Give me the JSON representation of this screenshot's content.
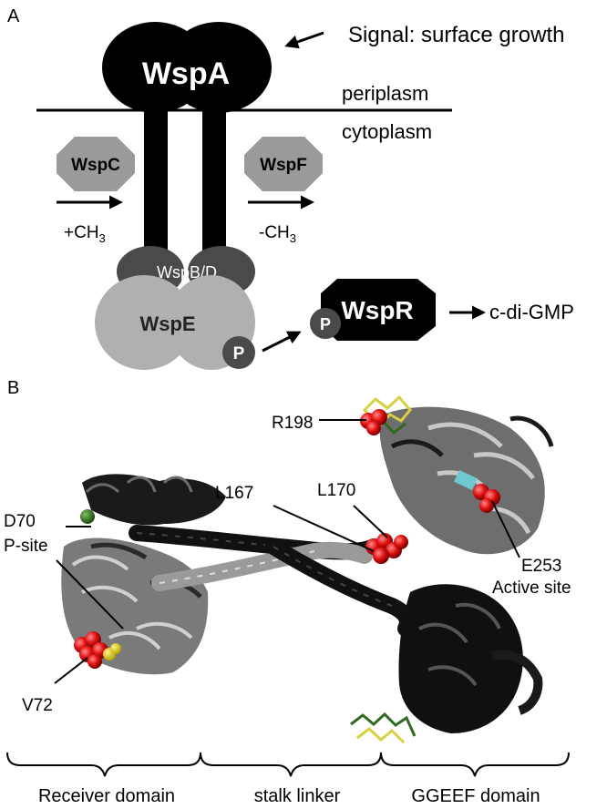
{
  "panel_a": {
    "label": "A",
    "signal": "Signal: surface growth",
    "wspa": "WspA",
    "periplasm": "periplasm",
    "cytoplasm": "cytoplasm",
    "wspc": "WspC",
    "wspf": "WspF",
    "methyl_add": "+CH",
    "methyl_remove": "-CH",
    "methyl_subscript": "3",
    "wspbd": "WspB/D",
    "wspe": "WspE",
    "phospho": "P",
    "wspr": "WspR",
    "product": "c-di-GMP"
  },
  "panel_b": {
    "label": "B",
    "residues": {
      "r198": "R198",
      "l167": "L167",
      "l170": "L170",
      "d70": "D70",
      "psite": "P-site",
      "e253": "E253",
      "active_site": "Active site",
      "v72": "V72"
    },
    "domains": {
      "receiver": "Receiver domain",
      "stalk": "stalk linker",
      "ggeef": "GGEEF domain"
    }
  },
  "colors": {
    "black": "#000000",
    "dark_gray": "#4a4a4a",
    "mid_gray": "#9a9a9a",
    "light_gray": "#b0b0b0",
    "helix_gray": "#8c8c8c",
    "residue_red": "#e01010",
    "ligand_green": "#2f6b1e",
    "ligand_yellow": "#d8d040",
    "cyan": "#6fc7cf"
  }
}
